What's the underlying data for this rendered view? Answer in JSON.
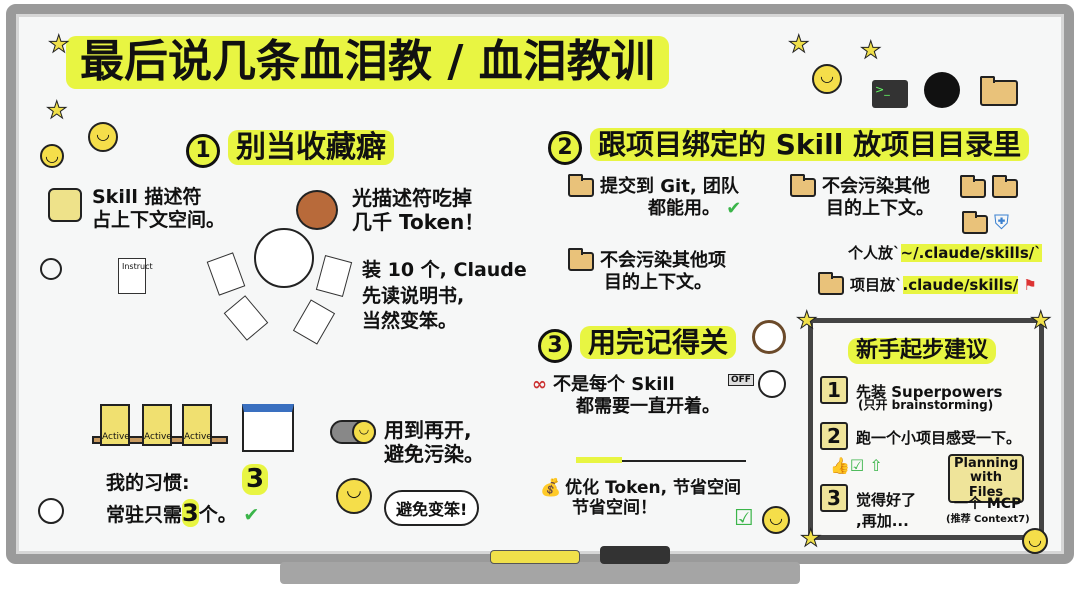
{
  "title": "最后说几条血泪教 / 血泪教训",
  "section1": {
    "number": "1",
    "heading": "别当收藏癖",
    "note_skill": [
      "Skill 描述符",
      "占上下文空间。"
    ],
    "note_token": [
      "光描述符吃掉",
      "几千 Token！"
    ],
    "note_install": [
      "装 10 个, Claude",
      "先读说明书,",
      "当然变笨。"
    ],
    "paper_label": "Instruct",
    "card_label": "Active",
    "habit": [
      "我的习惯:",
      "常驻只需",
      "3",
      "个。"
    ],
    "habit_number": "3",
    "toggle_text": [
      "用到再开,",
      "避免污染。"
    ],
    "bubble": "避免变笨!"
  },
  "section2": {
    "number": "2",
    "heading": "跟项目绑定的 Skill 放项目目录里",
    "item_git": [
      "提交到 Git, 团队",
      "都能用。"
    ],
    "item_nopollute_left": [
      "不会污染其他项",
      "目的上下文。"
    ],
    "item_nopollute_right": [
      "不会污染其他",
      "目的上下文。"
    ],
    "personal": "个人放`",
    "personal_path": "~/.claude/skills/`",
    "project": "项目放`",
    "project_path": ".claude/skills/"
  },
  "section3": {
    "number": "3",
    "heading": "用完记得关",
    "off_label": "OFF",
    "note": [
      "不是每个 Skill",
      "都需要一直开着。"
    ],
    "optimize": [
      "优化 Token, 节省空间",
      "节省空间！"
    ]
  },
  "tips": {
    "heading": "新手起步建议",
    "items": [
      {
        "n": "1",
        "text": "先装 Superpowers",
        "sub": "(只开 brainstorming)"
      },
      {
        "n": "2",
        "text": "跑一个小项目感受一下。"
      },
      {
        "n": "3",
        "text": "觉得好了",
        "text2": ",再加...",
        "option1": "Planning with Files",
        "option2": "一个 MCP",
        "option2_sub": "(推荐 Context7)"
      }
    ]
  },
  "colors": {
    "highlight": "#e8f542",
    "board_frame": "#9a9a9a",
    "folder": "#e9c27a",
    "check": "#3bb54a"
  }
}
